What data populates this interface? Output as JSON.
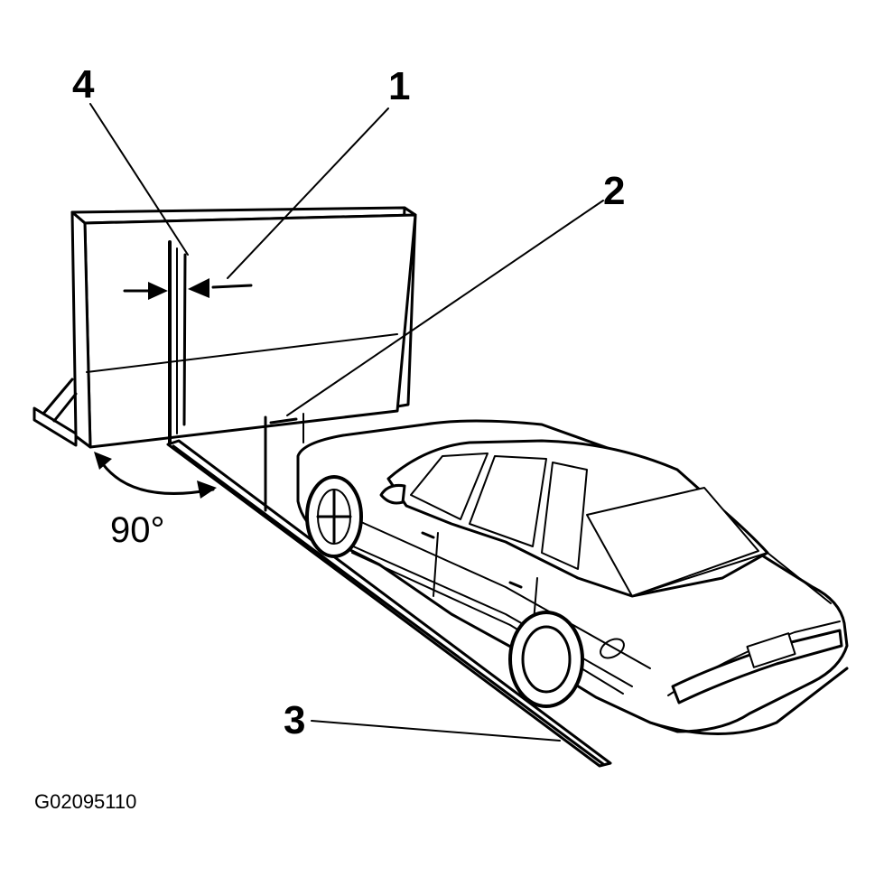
{
  "callouts": {
    "c1": "1",
    "c2": "2",
    "c3": "3",
    "c4": "4"
  },
  "angle_label": "90°",
  "figure_id": "G02095110"
}
